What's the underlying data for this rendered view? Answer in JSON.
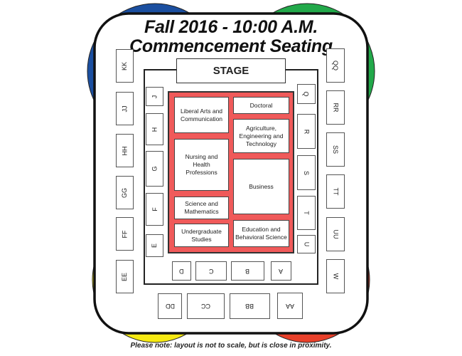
{
  "title_line1": "Fall 2016 - 10:00 A.M.",
  "title_line2": "Commencement Seating",
  "stage": "STAGE",
  "corner_colors": {
    "top_left": "#1b4fa0",
    "top_right": "#22a94a",
    "bottom_left": "#f6ea12",
    "bottom_right": "#e8402a"
  },
  "section_color": "#f05a5a",
  "outer_left": [
    "KK",
    "JJ",
    "HH",
    "GG",
    "FF",
    "EE"
  ],
  "outer_right": [
    "QQ",
    "RR",
    "SS",
    "TT",
    "UU",
    "W"
  ],
  "inner_left": [
    "J",
    "H",
    "G",
    "F",
    "E"
  ],
  "inner_right": [
    "Q",
    "R",
    "S",
    "T",
    "U"
  ],
  "inner_bottom": [
    "D",
    "C",
    "B",
    "A"
  ],
  "outer_bottom": [
    "DD",
    "CC",
    "BB",
    "AA"
  ],
  "colleges": [
    "Liberal Arts and Communication",
    "Doctoral",
    "Agriculture, Engineering and Technology",
    "Nursing and Health Professions",
    "Business",
    "Science and Mathematics",
    "Undergraduate Studies",
    "Education and Behavioral Science"
  ],
  "note": "Please note: layout is not to scale, but is close in proximity."
}
